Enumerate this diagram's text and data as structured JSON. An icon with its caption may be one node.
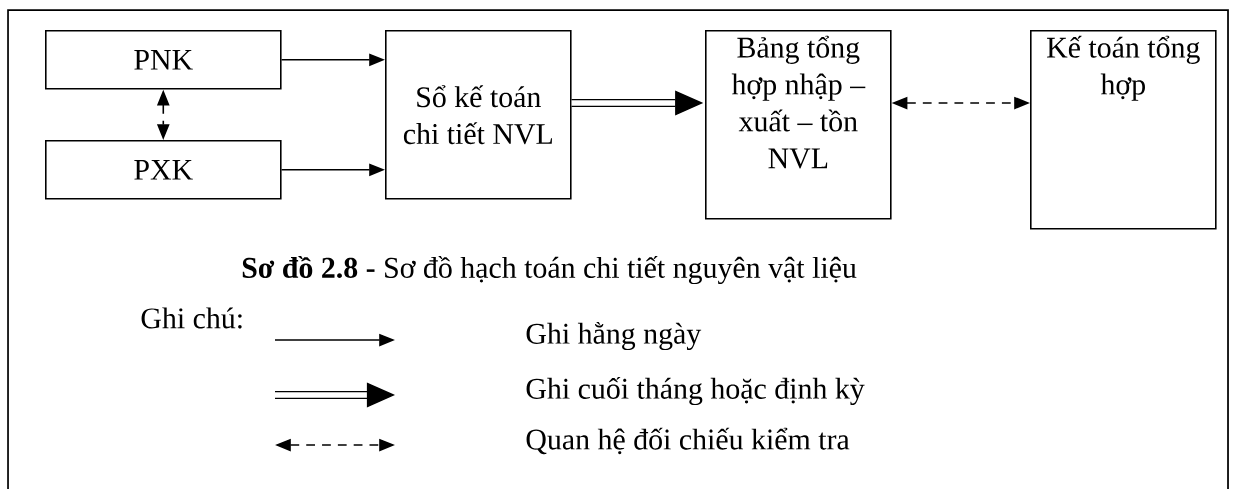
{
  "diagram": {
    "caption": "**Sơ đồ 2.8 -** Sơ đồ hạch toán chi tiết nguyên vật liệu",
    "nodes": [
      {
        "text": [
          "PNK"
        ]
      },
      {
        "text": [
          "PXK"
        ]
      },
      {
        "text": [
          "Sổ kế toán chi tiết NVL"
        ]
      },
      {
        "text": [
          "Bảng tổng hợp nhập – xuất – tồn NVL"
        ]
      },
      {
        "text": [
          "Kế toán tổng hợp"
        ]
      }
    ],
    "edges": [
      {
        "from": 0,
        "to": 2,
        "arrow": "to"
      },
      {
        "from": 1,
        "to": 2,
        "arrow": "to"
      },
      {
        "from": 0,
        "to": 1,
        "arrow": "both",
        "style": "dashed"
      },
      {
        "from": 2,
        "to": 3,
        "arrow": "to",
        "style": "thick"
      },
      {
        "from": 3,
        "to": 4,
        "arrow": "both",
        "style": "dashed"
      }
    ],
    "labels": [
      "Ghi chú:"
    ],
    "legend": [
      {
        "text": "Ghi hằng ngày"
      },
      {
        "text": "Ghi cuối tháng hoặc định kỳ"
      },
      {
        "text": "Quan hệ đối chiếu kiểm tra"
      }
    ]
  }
}
